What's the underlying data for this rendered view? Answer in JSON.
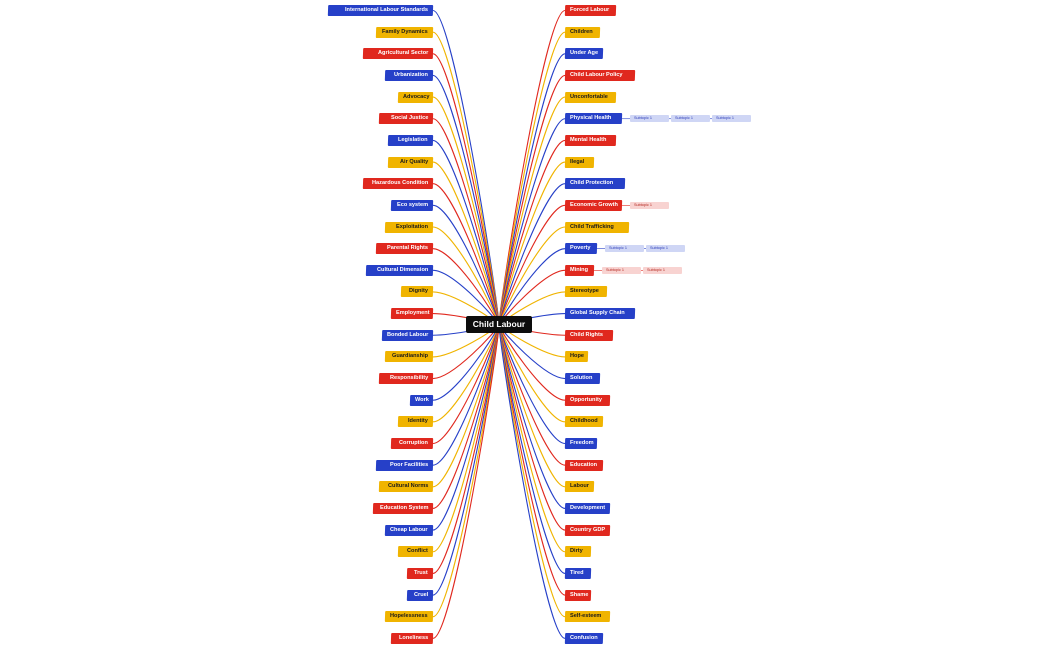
{
  "colors": {
    "blue": "#2640c8",
    "yellow": "#f0b400",
    "red": "#e0281e"
  },
  "center": {
    "label": "Child Labour"
  },
  "left_nodes": [
    {
      "label": "International Labour Standards",
      "color": "blue"
    },
    {
      "label": "Family Dynamics",
      "color": "yellow"
    },
    {
      "label": "Agricultural Sector",
      "color": "red"
    },
    {
      "label": "Urbanization",
      "color": "blue"
    },
    {
      "label": "Advocacy",
      "color": "yellow"
    },
    {
      "label": "Social Justice",
      "color": "red"
    },
    {
      "label": "Legislation",
      "color": "blue"
    },
    {
      "label": "Air Quality",
      "color": "yellow"
    },
    {
      "label": "Hazardous Condition",
      "color": "red"
    },
    {
      "label": "Eco system",
      "color": "blue"
    },
    {
      "label": "Exploitation",
      "color": "yellow"
    },
    {
      "label": "Parental Rights",
      "color": "red"
    },
    {
      "label": "Cultural Dimension",
      "color": "blue"
    },
    {
      "label": "Dignity",
      "color": "yellow"
    },
    {
      "label": "Employment",
      "color": "red"
    },
    {
      "label": "Bonded Labour",
      "color": "blue"
    },
    {
      "label": "Guardianship",
      "color": "yellow"
    },
    {
      "label": "Responsibility",
      "color": "red"
    },
    {
      "label": "Work",
      "color": "blue"
    },
    {
      "label": "Identity",
      "color": "yellow"
    },
    {
      "label": "Corruption",
      "color": "red"
    },
    {
      "label": "Poor Facilities",
      "color": "blue"
    },
    {
      "label": "Cultural Norms",
      "color": "yellow"
    },
    {
      "label": "Education System",
      "color": "red"
    },
    {
      "label": "Cheap Labour",
      "color": "blue"
    },
    {
      "label": "Conflict",
      "color": "yellow"
    },
    {
      "label": "Trust",
      "color": "red"
    },
    {
      "label": "Cruel",
      "color": "blue"
    },
    {
      "label": "Hopelessness",
      "color": "yellow"
    },
    {
      "label": "Loneliness",
      "color": "red"
    }
  ],
  "right_nodes": [
    {
      "label": "Forced Labour",
      "color": "red",
      "subtopics": []
    },
    {
      "label": "Children",
      "color": "yellow",
      "subtopics": []
    },
    {
      "label": "Under Age",
      "color": "blue",
      "subtopics": []
    },
    {
      "label": "Child Labour Policy",
      "color": "red",
      "subtopics": []
    },
    {
      "label": "Unconfortable",
      "color": "yellow",
      "subtopics": []
    },
    {
      "label": "Physical Health",
      "color": "blue",
      "subtopics": [
        "Subtopic 1",
        "Subtopic 1",
        "Subtopic 1"
      ]
    },
    {
      "label": "Mental Health",
      "color": "red",
      "subtopics": []
    },
    {
      "label": "Ilegal",
      "color": "yellow",
      "subtopics": []
    },
    {
      "label": "Child Protection",
      "color": "blue",
      "subtopics": []
    },
    {
      "label": "Economic Growth",
      "color": "red",
      "subtopics": [
        "Subtopic 1"
      ]
    },
    {
      "label": "Child Trafficking",
      "color": "yellow",
      "subtopics": []
    },
    {
      "label": "Poverty",
      "color": "blue",
      "subtopics": [
        "Subtopic 1",
        "Subtopic 1"
      ]
    },
    {
      "label": "Mining",
      "color": "red",
      "subtopics": [
        "Subtopic 1",
        "Subtopic 1"
      ]
    },
    {
      "label": "Stereotype",
      "color": "yellow",
      "subtopics": []
    },
    {
      "label": "Global Supply Chain",
      "color": "blue",
      "subtopics": []
    },
    {
      "label": "Child Rights",
      "color": "red",
      "subtopics": []
    },
    {
      "label": "Hope",
      "color": "yellow",
      "subtopics": []
    },
    {
      "label": "Solution",
      "color": "blue",
      "subtopics": []
    },
    {
      "label": "Opportunity",
      "color": "red",
      "subtopics": []
    },
    {
      "label": "Childhood",
      "color": "yellow",
      "subtopics": []
    },
    {
      "label": "Freedom",
      "color": "blue",
      "subtopics": []
    },
    {
      "label": "Education",
      "color": "red",
      "subtopics": []
    },
    {
      "label": "Labour",
      "color": "yellow",
      "subtopics": []
    },
    {
      "label": "Development",
      "color": "blue",
      "subtopics": []
    },
    {
      "label": "Country GDP",
      "color": "red",
      "subtopics": []
    },
    {
      "label": "Dirty",
      "color": "yellow",
      "subtopics": []
    },
    {
      "label": "Tired",
      "color": "blue",
      "subtopics": []
    },
    {
      "label": "Shame",
      "color": "red",
      "subtopics": []
    },
    {
      "label": "Self-esteem",
      "color": "yellow",
      "subtopics": []
    },
    {
      "label": "Confusion",
      "color": "blue",
      "subtopics": []
    }
  ]
}
